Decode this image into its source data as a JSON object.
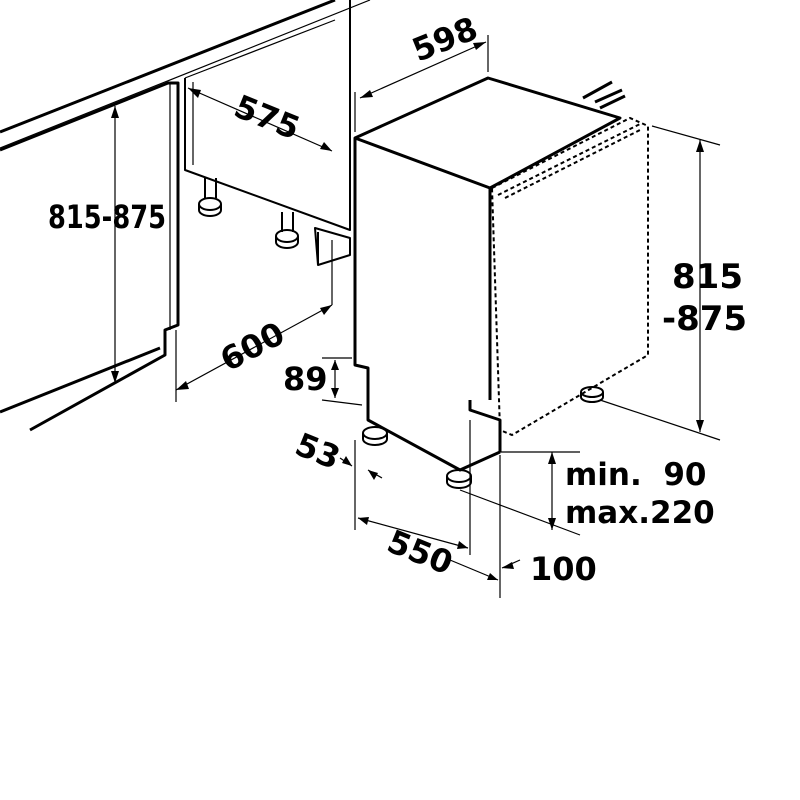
{
  "dimensions": {
    "cabinet_width": "598",
    "niche_depth": "575",
    "cabinet_height_left": "815-875",
    "niche_depth_total": "600",
    "height_right_line1": "815",
    "height_right_line2": "-875",
    "plinth_height": "89",
    "foot_offset": "53",
    "plinth_clearance_line1": "min.  90",
    "plinth_clearance_line2": "max.220",
    "base_depth": "550",
    "door_offset": "100"
  },
  "colors": {
    "line": "#000000",
    "background": "#ffffff"
  }
}
